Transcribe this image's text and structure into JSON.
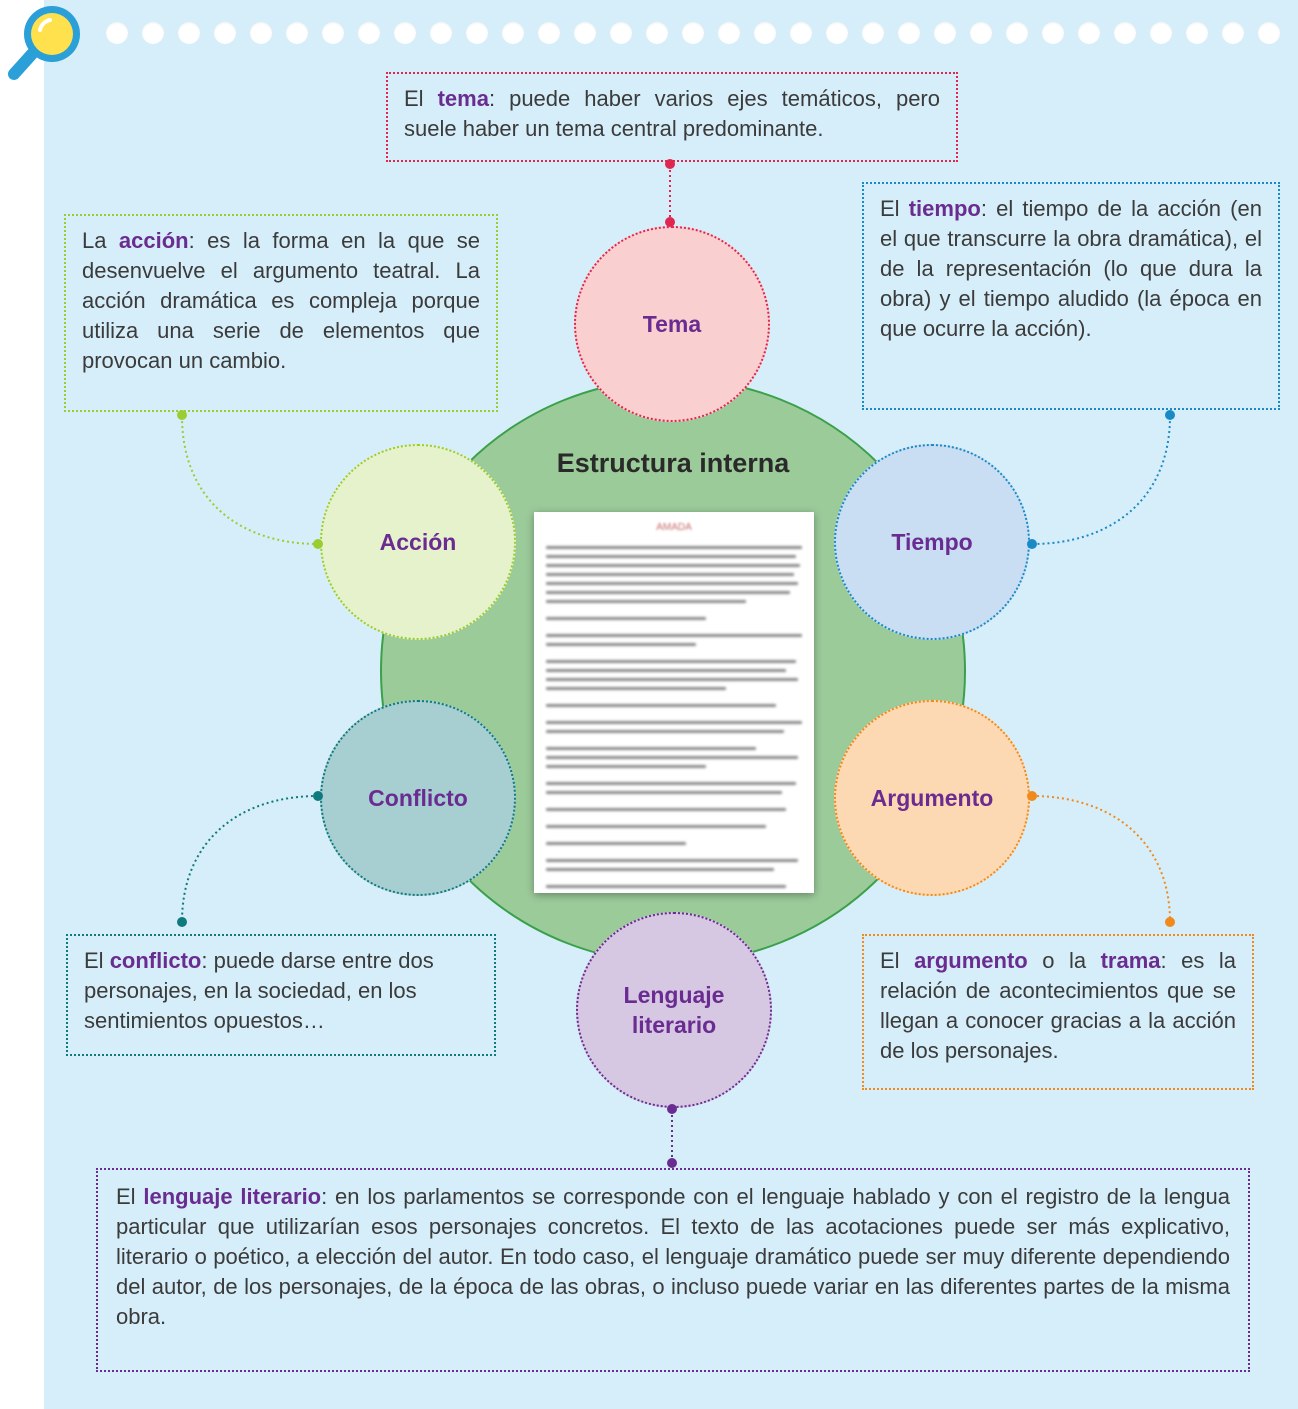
{
  "center": {
    "title": "Estructura interna",
    "doc_title": "AMADA"
  },
  "circles": {
    "tema": "Tema",
    "accion": "Acción",
    "tiempo": "Tiempo",
    "conflicto": "Conflicto",
    "argumento": "Argumento",
    "lenguaje_1": "Lenguaje",
    "lenguaje_2": "literario"
  },
  "boxes": {
    "tema": {
      "pre": "El ",
      "kw": "tema",
      "post": ": puede haber varios ejes temáticos, pero suele haber un tema central predominante."
    },
    "accion": {
      "pre": "La ",
      "kw": "acción",
      "post": ": es la forma en la que se desenvuelve el argumento teatral. La acción dramática es compleja porque utiliza una serie de elementos que provocan un cambio."
    },
    "tiempo": {
      "pre": "El ",
      "kw": "tiempo",
      "post": ": el tiempo de la acción (en el que transcurre la obra dramática), el de la representación (lo que dura la obra) y el tiempo aludido (la época en que ocurre la acción)."
    },
    "conflicto": {
      "pre": "El ",
      "kw": "conflicto",
      "post": ": puede darse entre dos personajes, en la sociedad, en los sentimientos opuestos…"
    },
    "argumento": {
      "pre": "El ",
      "kw": "argumento",
      "mid": " o la ",
      "kw2": "trama",
      "post": ": es la relación de acontecimientos que se llegan a conocer gracias a la acción de los personajes."
    },
    "lenguaje": {
      "pre": "El ",
      "kw": "lenguaje literario",
      "post": ": en los parlamentos se corresponde con el lenguaje hablado y con el registro de la lengua particular que utilizarían esos personajes concretos. El texto de las acotaciones puede ser más explicativo, literario o poético, a elección del autor. En todo caso, el lenguaje dramático puede ser muy diferente dependiendo del autor, de los personajes, de la época de las obras, o incluso puede variar en las diferentes partes de la misma obra."
    }
  },
  "colors": {
    "keyword": "#6a2c91",
    "tema": "#e0264f",
    "accion": "#9acd32",
    "tiempo": "#1a8ac6",
    "conflicto": "#0f7a7e",
    "argumento": "#f08a1c",
    "lenguaje": "#6a2c91",
    "center_fill": "#9ccb9a",
    "panel": "#d6eef9"
  },
  "icons": [
    "magnifier-icon"
  ]
}
